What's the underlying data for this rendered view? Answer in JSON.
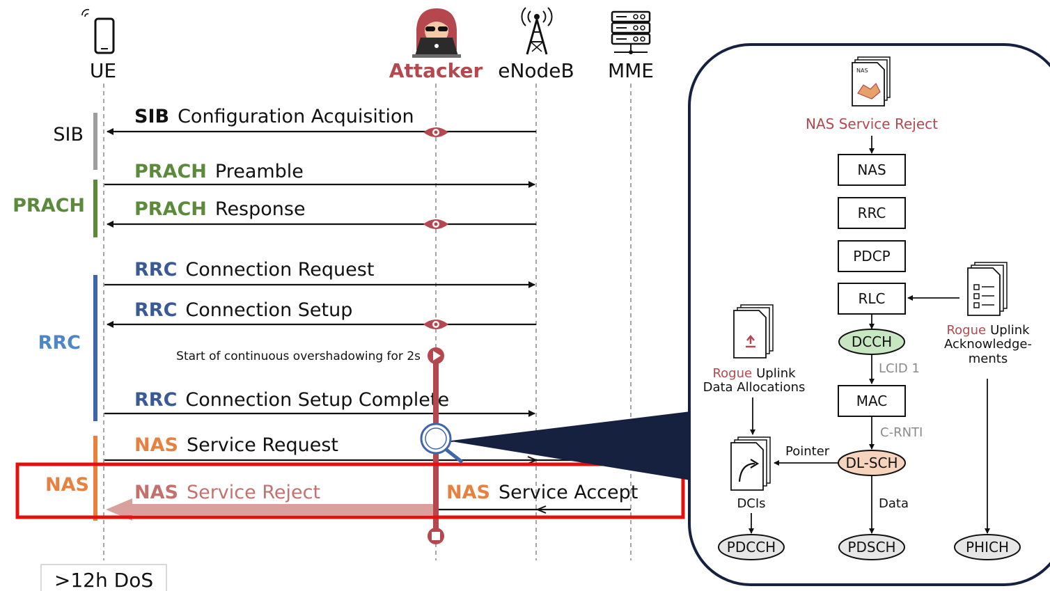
{
  "colors": {
    "attacker": "#b5474e",
    "sib": "#9e9e9e",
    "prach": "#5a8a3a",
    "rrc_bar": "#3f66a8",
    "rrc_label": "#4f86c6",
    "rrc_text": "#3a5a97",
    "nas": "#e8803f",
    "nas_reject": "#c4706c",
    "highlight": "#e31010",
    "navy": "#15213f"
  },
  "entities": {
    "ue": "UE",
    "attacker": "Attacker",
    "enodeb": "eNodeB",
    "mme": "MME"
  },
  "phases": {
    "sib": "SIB",
    "prach": "PRACH",
    "rrc": "RRC",
    "nas": "NAS"
  },
  "messages": {
    "sib": {
      "proto": "SIB",
      "text": "Configuration Acquisition"
    },
    "prach_preamble": {
      "proto": "PRACH",
      "text": "Preamble"
    },
    "prach_response": {
      "proto": "PRACH",
      "text": "Response"
    },
    "rrc_request": {
      "proto": "RRC",
      "text": "Connection Request"
    },
    "rrc_setup": {
      "proto": "RRC",
      "text": "Connection Setup"
    },
    "overshadow_note": "Start of continuous overshadowing for 2s",
    "rrc_complete": {
      "proto": "RRC",
      "text": "Connection Setup Complete"
    },
    "nas_request": {
      "proto": "NAS",
      "text": "Service Request"
    },
    "nas_reject": {
      "proto": "NAS",
      "text": "Service Reject"
    },
    "nas_accept": {
      "proto": "NAS",
      "text": "Service Accept"
    }
  },
  "dos_label": ">12h DoS",
  "detail": {
    "title": "NAS Service Reject",
    "doc_label": "NAS",
    "stack": [
      "NAS",
      "RRC",
      "PDCP",
      "RLC",
      "MAC"
    ],
    "dcch": "DCCH",
    "lcid": "LCID 1",
    "crnti": "C-RNTI",
    "dlsch": "DL-SCH",
    "pointer": "Pointer",
    "data": "Data",
    "dcis": "DCIs",
    "pdcch": "PDCCH",
    "pdsch": "PDSCH",
    "phich": "PHICH",
    "rogue_alloc": {
      "prefix": "Rogue",
      "line1": "Uplink",
      "line2": "Data Allocations"
    },
    "rogue_ack": {
      "prefix": "Rogue",
      "line1": "Uplink",
      "line2": "Acknowledge-",
      "line3": "ments"
    }
  }
}
